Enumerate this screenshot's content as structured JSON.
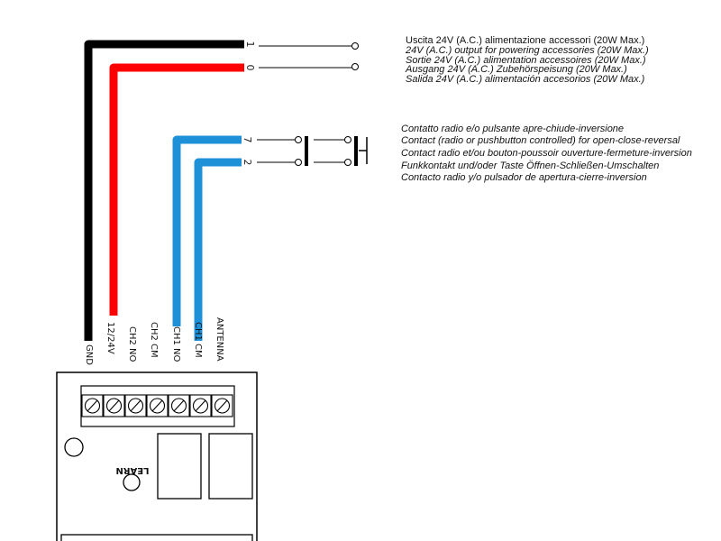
{
  "accessories": {
    "lines": [
      "Uscita 24V (A.C.) alimentazione accessori (20W Max.)",
      "24V (A.C.) output for powering accessories (20W Max.)",
      "Sortie 24V (A.C.) alimentation accessoires (20W Max.)",
      "Ausgang 24V (A.C.) Zubehörspeisung (20W Max.)",
      "Salida 24V (A.C.) alimentación accesorios (20W Max.)"
    ]
  },
  "radio_contact": {
    "lines": [
      "Contatto radio e/o pulsante apre-chiude-inversione",
      "Contact (radio or pushbutton controlled) for open-close-reversal",
      "Contact radio et/ou bouton-poussoir ouverture-fermeture-inversion",
      "Funkkontakt und/oder Taste Öffnen-Schließen-Umschalten",
      "Contacto radio y/o pulsador de apertura-cierre-inversion"
    ]
  },
  "wire_pins": {
    "pin1": "1",
    "pin0": "0",
    "pin7": "7",
    "pin2": "2"
  },
  "terminals": [
    "GND",
    "12/24V",
    "CH2 NO",
    "CH2 CM",
    "CH1 NO",
    "CH1 CM",
    "ANTENNA"
  ],
  "board": {
    "learn": "LEARN"
  },
  "colors": {
    "black_wire": "#000000",
    "red_wire": "#ff0000",
    "blue_wire": "#1e90d8"
  }
}
